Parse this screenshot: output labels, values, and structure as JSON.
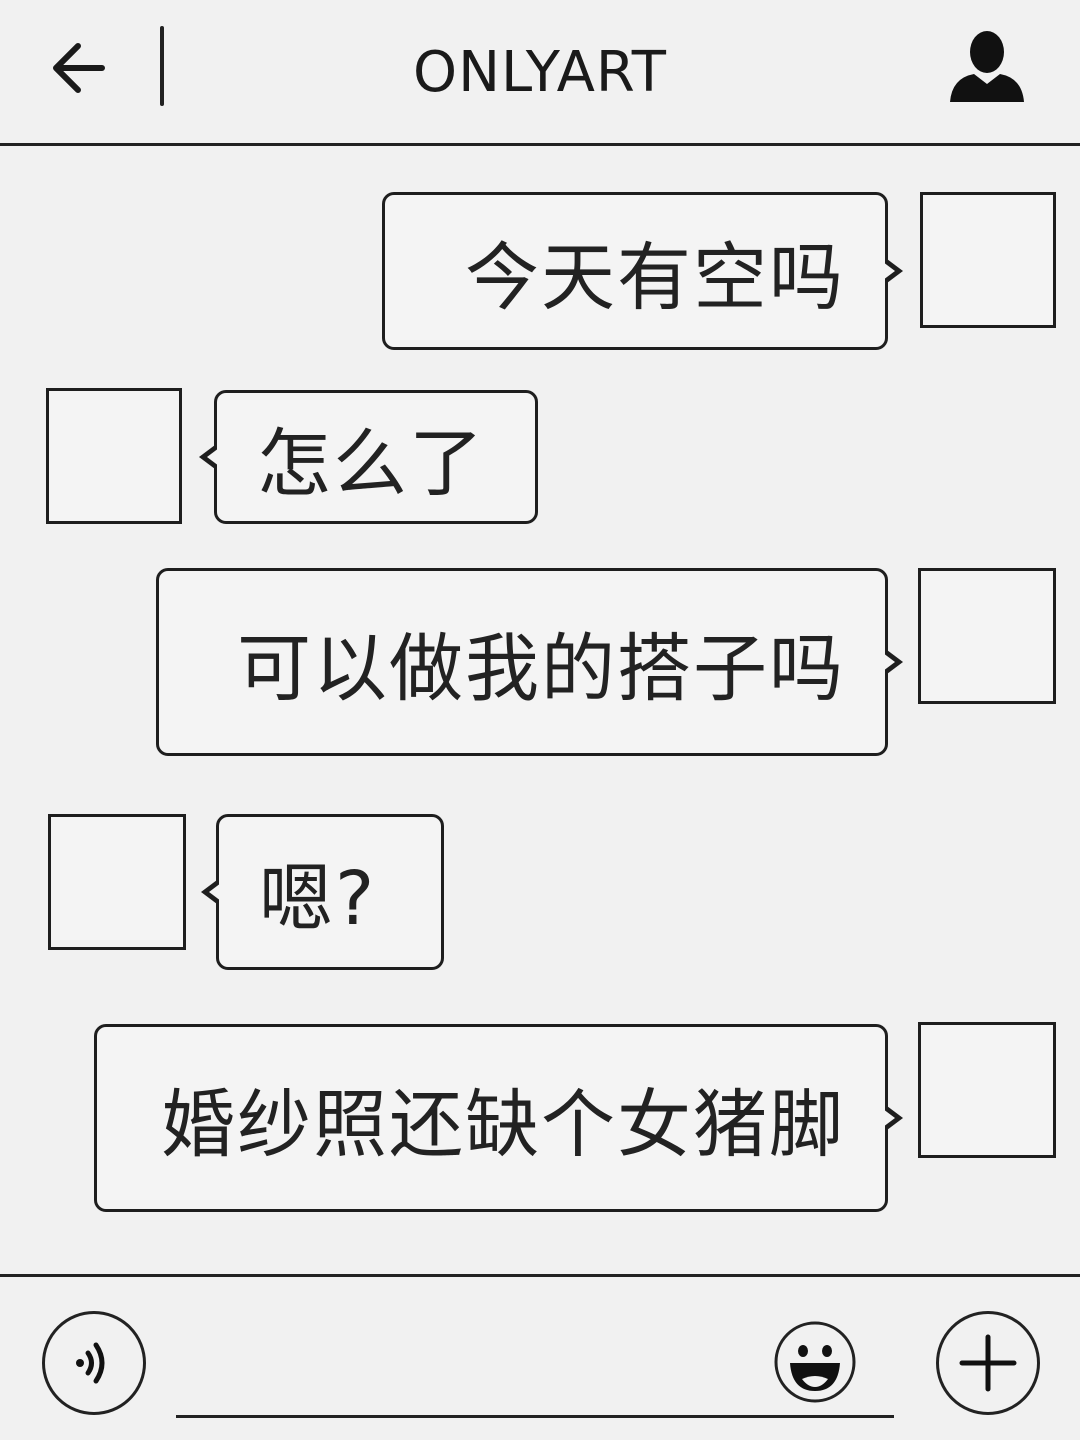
{
  "header": {
    "title": "ONLYART",
    "back_icon": "arrow-left-icon",
    "profile_icon": "user-silhouette-icon"
  },
  "messages": [
    {
      "direction": "outgoing",
      "text": "今天有空吗"
    },
    {
      "direction": "incoming",
      "text": "怎么了"
    },
    {
      "direction": "outgoing",
      "text": "可以做我的搭子吗"
    },
    {
      "direction": "incoming",
      "text": "嗯?"
    },
    {
      "direction": "outgoing",
      "text": "婚纱照还缺个女猪脚"
    }
  ],
  "footer": {
    "voice_icon": "voice-icon",
    "emoji_icon": "smiley-icon",
    "plus_icon": "plus-icon",
    "input_value": ""
  },
  "colors": {
    "background": "#f1f1f1",
    "ink": "#1e1e1e"
  }
}
